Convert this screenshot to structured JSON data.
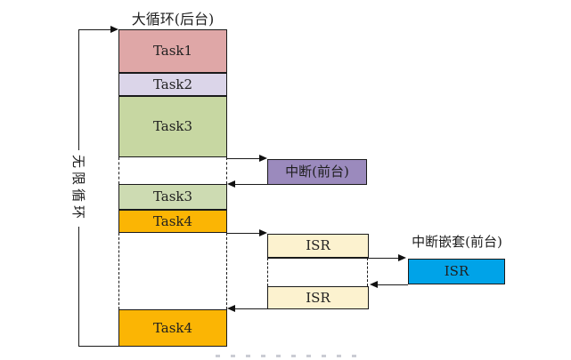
{
  "labels": {
    "title": "大循环(后台)",
    "infinite_loop": "无限循环",
    "nested_interrupt_title": "中断嵌套(前台)"
  },
  "boxes": {
    "task1": {
      "label": "Task1",
      "color": "#dfa7a7"
    },
    "task2": {
      "label": "Task2",
      "color": "#dbd5e9"
    },
    "task3_first": {
      "label": "Task3",
      "color": "#c7d7a2"
    },
    "task3_second": {
      "label": "Task3",
      "color": "#cddbb2"
    },
    "task4_first": {
      "label": "Task4",
      "color": "#fbb504"
    },
    "task4_second": {
      "label": "Task4",
      "color": "#fbb504"
    },
    "interrupt": {
      "label": "中断(前台)",
      "color": "#9b8abd"
    },
    "isr_first": {
      "label": "ISR",
      "color": "#fcf2cf"
    },
    "isr_second": {
      "label": "ISR",
      "color": "#fcf2cf"
    },
    "isr_nested": {
      "label": "ISR",
      "color": "#00a3e8"
    }
  },
  "colors": {
    "line": "#1a1a1a",
    "background": "#ffffff"
  }
}
